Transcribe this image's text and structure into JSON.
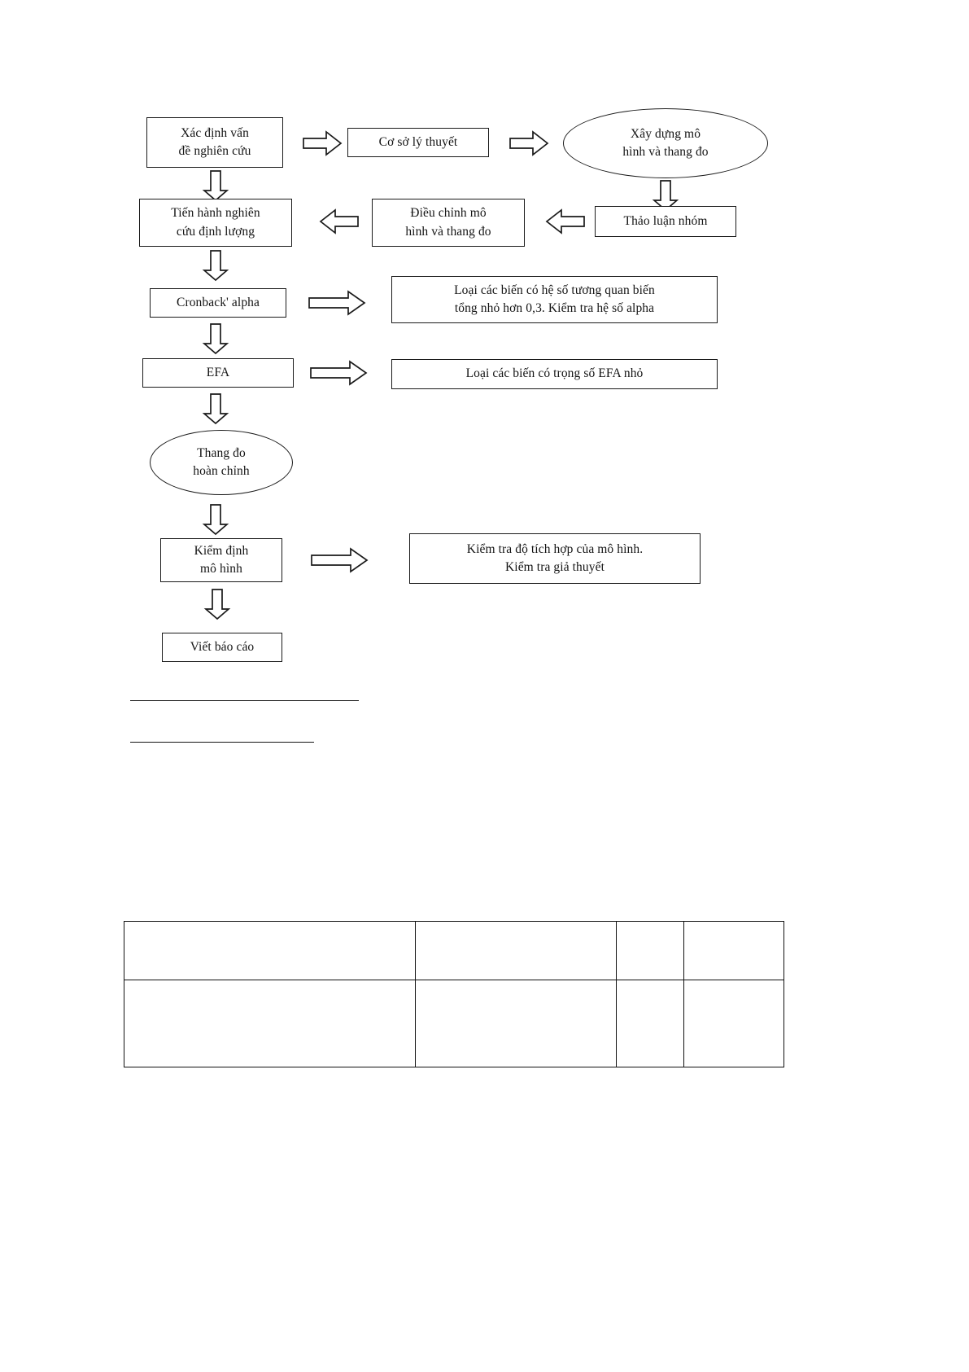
{
  "document": {
    "type": "research-process-flowchart",
    "language": "vi"
  },
  "flowchart": {
    "nodes": [
      {
        "id": "xac-dinh-van-de",
        "shape": "rect",
        "line1": "Xác định vấn",
        "line2": "đề nghiên cứu"
      },
      {
        "id": "co-so-ly-thuyet",
        "shape": "rect",
        "line1": "Cơ sở lý thuyết",
        "line2": ""
      },
      {
        "id": "xay-dung-mo-hinh",
        "shape": "ellipse",
        "line1": "Xây dựng mô",
        "line2": "hình và thang đo"
      },
      {
        "id": "thao-luan-nhom",
        "shape": "rect",
        "line1": "Thảo luận nhóm",
        "line2": ""
      },
      {
        "id": "dieu-chinh-mo-hinh",
        "shape": "rect",
        "line1": "Điều chỉnh mô",
        "line2": "hình và thang đo"
      },
      {
        "id": "nghien-cuu-dinh-luong",
        "shape": "rect",
        "line1": "Tiến hành nghiên",
        "line2": "cứu định lượng"
      },
      {
        "id": "cronback-alpha",
        "shape": "rect",
        "line1": "Cronback' alpha",
        "line2": ""
      },
      {
        "id": "loai-bien-tuong-quan",
        "shape": "rect",
        "line1": "Loại các biến có hệ số tương quan biến",
        "line2": "tổng nhỏ hơn 0,3. Kiểm tra hệ số alpha"
      },
      {
        "id": "efa",
        "shape": "rect",
        "line1": "EFA",
        "line2": ""
      },
      {
        "id": "loai-bien-efa",
        "shape": "rect",
        "line1": "Loại các biến có trọng số EFA nhỏ",
        "line2": ""
      },
      {
        "id": "thang-do-hoan-chinh",
        "shape": "ellipse",
        "line1": "Thang đo",
        "line2": "hoàn chỉnh"
      },
      {
        "id": "kiem-dinh-mo-hinh",
        "shape": "rect",
        "line1": "Kiểm định",
        "line2": "mô hình"
      },
      {
        "id": "kiem-tra-do-tich-hop",
        "shape": "rect",
        "line1": "Kiểm tra độ tích hợp của mô hình.",
        "line2": "Kiểm tra giả thuyết"
      },
      {
        "id": "viet-bao-cao",
        "shape": "rect",
        "line1": "Viết báo cáo",
        "line2": ""
      }
    ],
    "arrows": [
      {
        "id": "a1",
        "direction": "right",
        "from": "xac-dinh-van-de",
        "to": "co-so-ly-thuyet"
      },
      {
        "id": "a2",
        "direction": "right",
        "from": "co-so-ly-thuyet",
        "to": "xay-dung-mo-hinh"
      },
      {
        "id": "a3",
        "direction": "down",
        "from": "xac-dinh-van-de",
        "to": "nghien-cuu-dinh-luong"
      },
      {
        "id": "a4",
        "direction": "down",
        "from": "xay-dung-mo-hinh",
        "to": "thao-luan-nhom"
      },
      {
        "id": "a5",
        "direction": "left",
        "from": "thao-luan-nhom",
        "to": "dieu-chinh-mo-hinh"
      },
      {
        "id": "a6",
        "direction": "left",
        "from": "dieu-chinh-mo-hinh",
        "to": "nghien-cuu-dinh-luong"
      },
      {
        "id": "a7",
        "direction": "down",
        "from": "nghien-cuu-dinh-luong",
        "to": "cronback-alpha"
      },
      {
        "id": "a8",
        "direction": "right",
        "from": "cronback-alpha",
        "to": "loai-bien-tuong-quan"
      },
      {
        "id": "a9",
        "direction": "down",
        "from": "cronback-alpha",
        "to": "efa"
      },
      {
        "id": "a10",
        "direction": "right",
        "from": "efa",
        "to": "loai-bien-efa"
      },
      {
        "id": "a11",
        "direction": "down",
        "from": "efa",
        "to": "thang-do-hoan-chinh"
      },
      {
        "id": "a12",
        "direction": "down",
        "from": "thang-do-hoan-chinh",
        "to": "kiem-dinh-mo-hinh"
      },
      {
        "id": "a13",
        "direction": "right",
        "from": "kiem-dinh-mo-hinh",
        "to": "kiem-tra-do-tich-hop"
      },
      {
        "id": "a14",
        "direction": "down",
        "from": "kiem-dinh-mo-hinh",
        "to": "viet-bao-cao"
      }
    ]
  },
  "rules": [
    {
      "id": "rule-1"
    },
    {
      "id": "rule-2"
    }
  ],
  "table": {
    "rows": 2,
    "columns": 4,
    "cells": [
      [
        "",
        "",
        "",
        ""
      ],
      [
        "",
        "",
        "",
        ""
      ]
    ]
  },
  "colors": {
    "ink": "#141414",
    "page": "#ffffff"
  }
}
